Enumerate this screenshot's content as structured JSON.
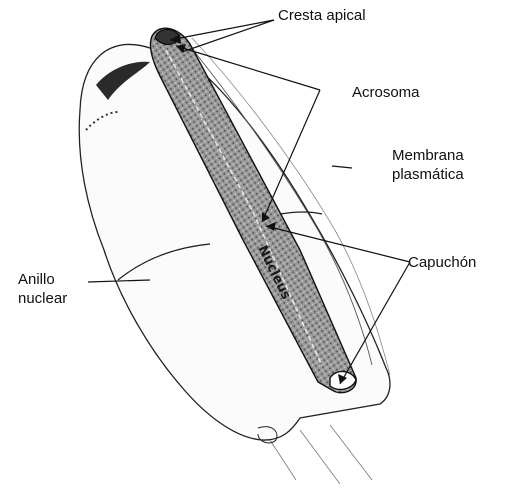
{
  "labels": {
    "cresta_apical": "Cresta apical",
    "acrosoma": "Acrosoma",
    "membrana_line1": "Membrana",
    "membrana_line2": "plasmática",
    "capuchon": "Capuchón",
    "anillo_line1": "Anillo",
    "anillo_line2": "nuclear"
  },
  "nucleus_text": "Nucleus",
  "colors": {
    "ink": "#111111",
    "fill_gray": "#8f8f8f",
    "background": "#ffffff"
  }
}
